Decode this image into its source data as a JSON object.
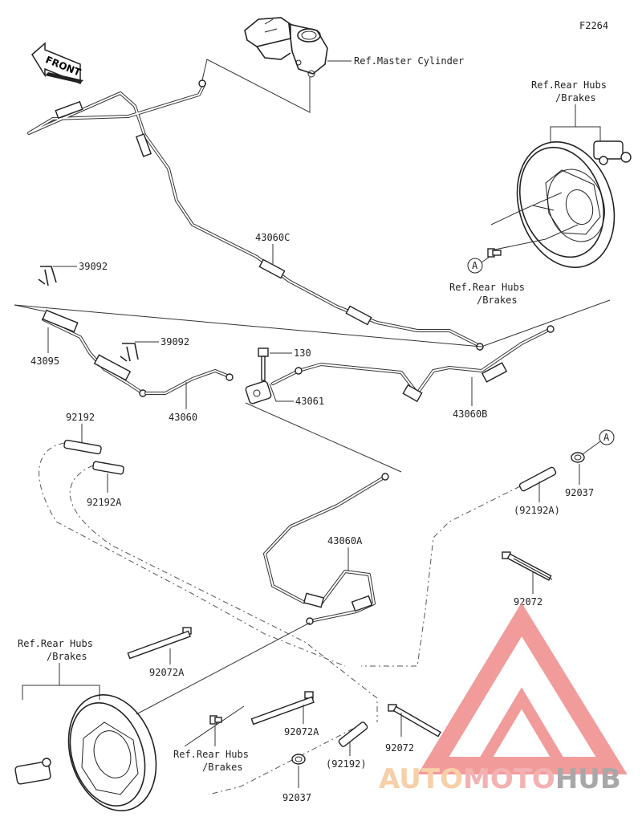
{
  "figure_code": "F2264",
  "front_label": "FRONT",
  "callout_letter": "A",
  "refs": {
    "master_cylinder": "Ref.Master Cylinder",
    "rear_hubs_line1": "Ref.Rear Hubs",
    "rear_hubs_line2": "/Brakes"
  },
  "parts": {
    "p39092_a": "39092",
    "p39092_b": "39092",
    "p43095": "43095",
    "p43060": "43060",
    "p43060c": "43060C",
    "p130": "130",
    "p43061": "43061",
    "p43060b": "43060B",
    "p92192": "92192",
    "p92192a": "92192A",
    "p92192a_paren": "(92192A)",
    "p92037_a": "92037",
    "p43060a": "43060A",
    "p92072_a": "92072",
    "p92072a_a": "92072A",
    "p92072a_b": "92072A",
    "p92072_b": "92072",
    "p92192_paren": "(92192)",
    "p92037_b": "92037"
  },
  "watermark": {
    "part1": "AUTO",
    "part2": "MOTO",
    "part3": "HUB",
    "colors": {
      "auto": "#f6c79a",
      "moto": "#f2a4a4",
      "hub": "#9a9a9a",
      "triangle": "#f08a8a"
    }
  }
}
